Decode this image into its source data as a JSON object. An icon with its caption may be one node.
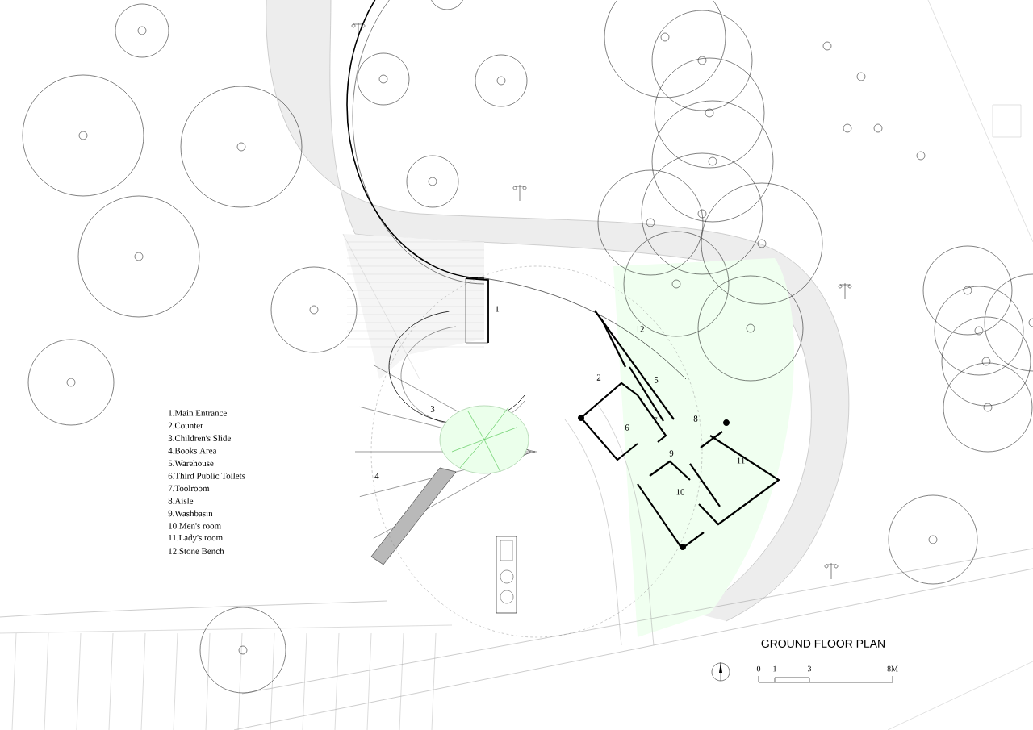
{
  "diagram": {
    "title": "GROUND FLOOR PLAN",
    "labels": [
      "1",
      "12",
      "2",
      "5",
      "3",
      "7",
      "6",
      "8",
      "9",
      "11",
      "10",
      "4",
      "1.Main Entrance",
      "2.Counter",
      "3.Children's Slide",
      "4.Books Area",
      "5.Warehouse",
      "6.Third Public Toilets",
      "7.Toolroom",
      "8.Aisle",
      "9.Washbasin",
      "10.Men's room",
      "11.Lady's room",
      "12.Stone Bench",
      "0",
      "1",
      "3",
      "8M"
    ]
  }
}
